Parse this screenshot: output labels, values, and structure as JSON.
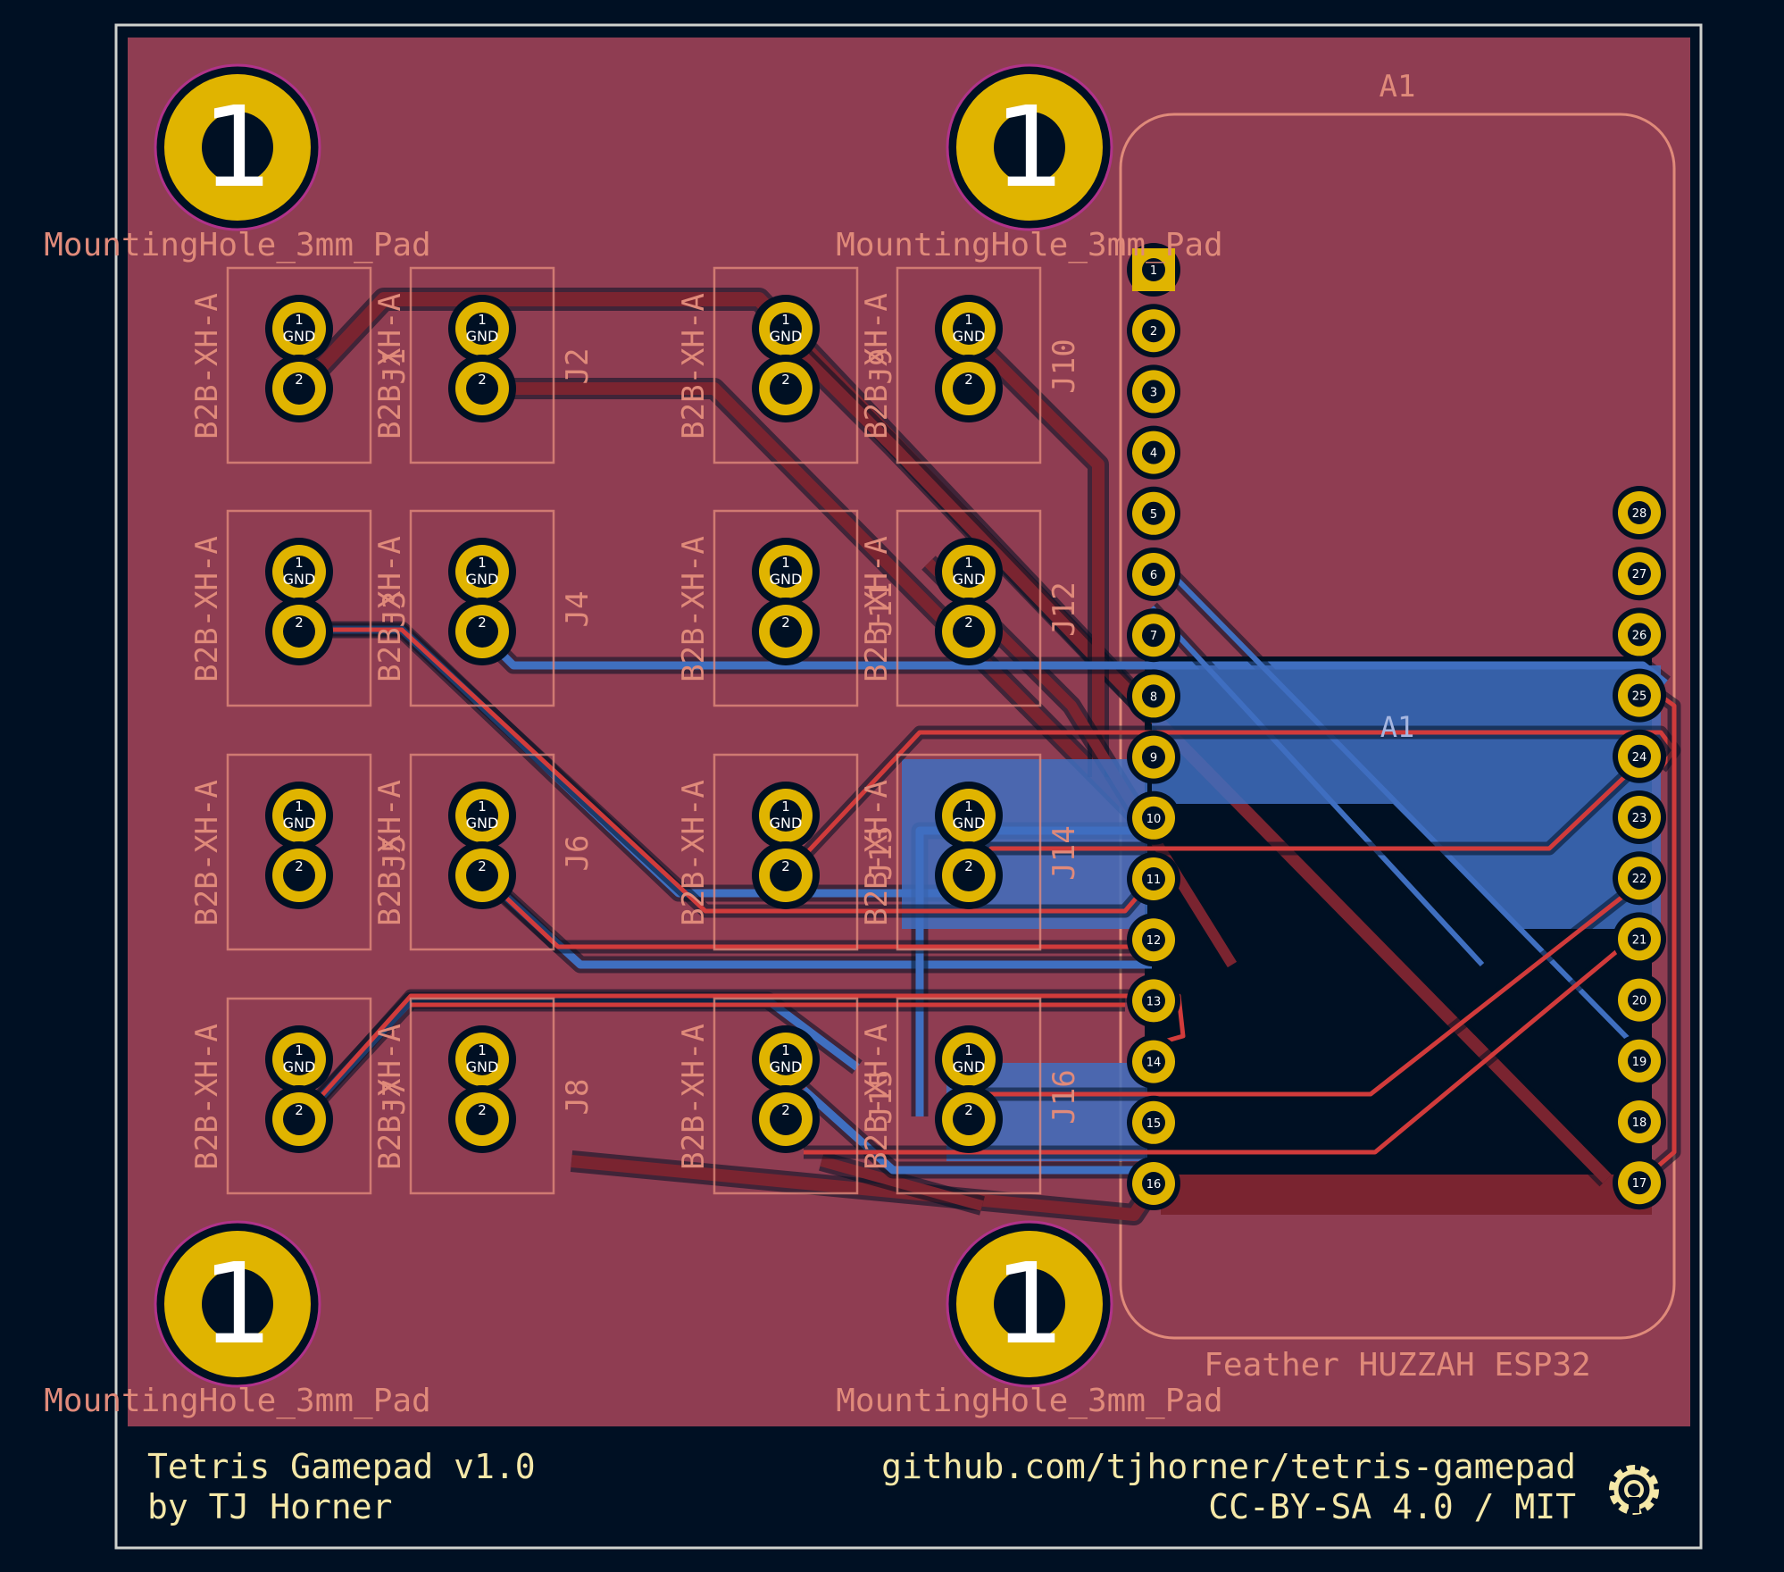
{
  "colors": {
    "background": "#001023",
    "board_outline": "#d0d2cd",
    "copper_fill": "#8f3d52",
    "copper_dark": "#7a2430",
    "pad_gold": "#e0b400",
    "silk_text": "#f5e8a8",
    "fab_text": "#e08a7a",
    "trace_red": "#d13b3b",
    "trace_blue": "#3f6fc0",
    "white": "#ffffff"
  },
  "mounting_holes": {
    "label": "MountingHole_3mm_Pad",
    "pad_number": "1"
  },
  "connectors": {
    "footprint": "B2B-XH-A",
    "pin1_label": "1",
    "pin1_net": "GND",
    "pin2_label": "2",
    "refs": [
      "J1",
      "J2",
      "J9",
      "J10",
      "J3",
      "J4",
      "J11",
      "J12",
      "J5",
      "J6",
      "J13",
      "J14",
      "J7",
      "J8",
      "J15",
      "J16"
    ]
  },
  "module": {
    "ref": "A1",
    "value": "Feather HUZZAH ESP32",
    "left_pins": [
      "1",
      "2",
      "3",
      "4",
      "5",
      "6",
      "7",
      "8",
      "9",
      "10",
      "11",
      "12",
      "13",
      "14",
      "15",
      "16"
    ],
    "right_pins": [
      "28",
      "27",
      "26",
      "25",
      "24",
      "23",
      "22",
      "21",
      "20",
      "19",
      "18",
      "17"
    ]
  },
  "footer": {
    "title": "Tetris Gamepad v1.0",
    "author": "by TJ Horner",
    "url": "github.com/tjhorner/tetris-gamepad",
    "license": "CC-BY-SA 4.0 / MIT",
    "logo_icon": "oshw-gear-icon"
  }
}
